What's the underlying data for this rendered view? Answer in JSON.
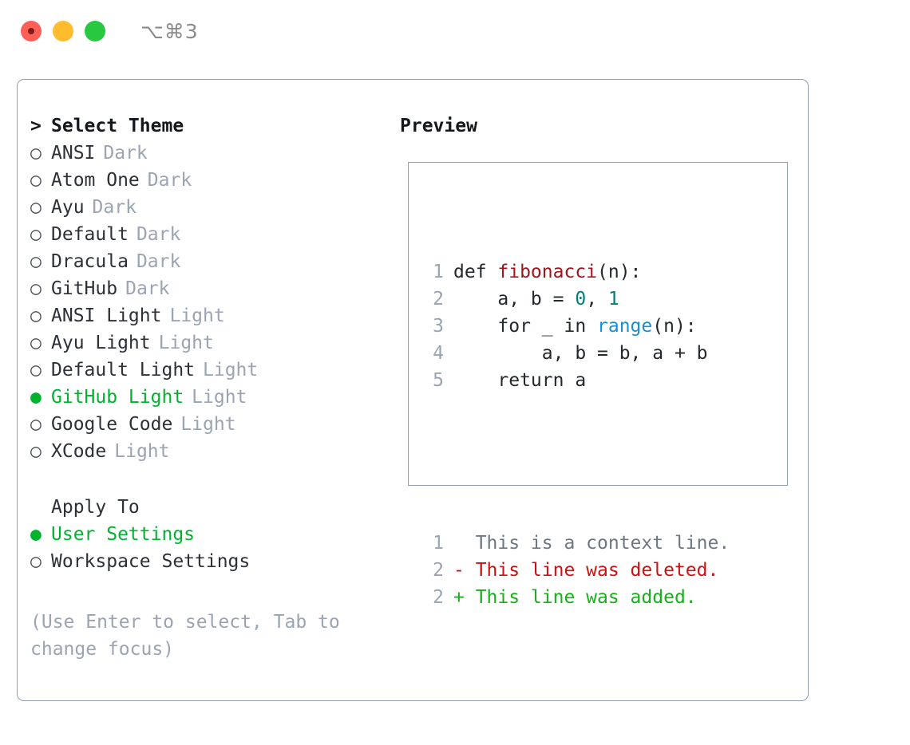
{
  "titlebar": {
    "shortcut": "⌥⌘3",
    "lights": [
      "close",
      "minimize",
      "zoom"
    ]
  },
  "left": {
    "header": {
      "prefix": ">",
      "label": "Select Theme"
    },
    "themes": [
      {
        "marker": "○",
        "name": "ANSI",
        "variant": "Dark",
        "selected": false
      },
      {
        "marker": "○",
        "name": "Atom One",
        "variant": "Dark",
        "selected": false
      },
      {
        "marker": "○",
        "name": "Ayu",
        "variant": "Dark",
        "selected": false
      },
      {
        "marker": "○",
        "name": "Default",
        "variant": "Dark",
        "selected": false
      },
      {
        "marker": "○",
        "name": "Dracula",
        "variant": "Dark",
        "selected": false
      },
      {
        "marker": "○",
        "name": "GitHub",
        "variant": "Dark",
        "selected": false
      },
      {
        "marker": "○",
        "name": "ANSI Light",
        "variant": "Light",
        "selected": false
      },
      {
        "marker": "○",
        "name": "Ayu Light",
        "variant": "Light",
        "selected": false
      },
      {
        "marker": "○",
        "name": "Default Light",
        "variant": "Light",
        "selected": false
      },
      {
        "marker": "●",
        "name": "GitHub Light",
        "variant": "Light",
        "selected": true
      },
      {
        "marker": "○",
        "name": "Google Code",
        "variant": "Light",
        "selected": false
      },
      {
        "marker": "○",
        "name": "XCode",
        "variant": "Light",
        "selected": false
      }
    ],
    "apply_to": {
      "header": "Apply To",
      "options": [
        {
          "marker": "●",
          "label": "User Settings",
          "selected": true
        },
        {
          "marker": "○",
          "label": "Workspace Settings",
          "selected": false
        }
      ]
    },
    "hint": "(Use Enter to select, Tab to change focus)"
  },
  "right": {
    "title": "Preview",
    "code_lines": [
      {
        "num": "1",
        "tokens": [
          {
            "t": "def ",
            "c": "plain"
          },
          {
            "t": "fibonacci",
            "c": "func"
          },
          {
            "t": "(n):",
            "c": "plain"
          }
        ]
      },
      {
        "num": "2",
        "tokens": [
          {
            "t": "    a, b = ",
            "c": "plain"
          },
          {
            "t": "0",
            "c": "num"
          },
          {
            "t": ", ",
            "c": "plain"
          },
          {
            "t": "1",
            "c": "num"
          }
        ]
      },
      {
        "num": "3",
        "tokens": [
          {
            "t": "    for _ in ",
            "c": "plain"
          },
          {
            "t": "range",
            "c": "builtin"
          },
          {
            "t": "(n):",
            "c": "plain"
          }
        ]
      },
      {
        "num": "4",
        "tokens": [
          {
            "t": "        a, b = b, a + b",
            "c": "plain"
          }
        ]
      },
      {
        "num": "5",
        "tokens": [
          {
            "t": "    return a",
            "c": "plain"
          }
        ]
      }
    ],
    "diff_lines": [
      {
        "num": "1",
        "tokens": [
          {
            "t": "  This is a context line.",
            "c": "ctx"
          }
        ]
      },
      {
        "num": "2",
        "tokens": [
          {
            "t": "- This line was deleted.",
            "c": "del"
          }
        ]
      },
      {
        "num": "2",
        "tokens": [
          {
            "t": "+ This line was added.",
            "c": "add"
          }
        ]
      }
    ]
  },
  "colors": {
    "selected_green": "#00b32e",
    "muted_gray": "#9aa4b2",
    "border": "#94a0b0",
    "func_red": "#a3141e",
    "number_teal": "#067c76",
    "builtin_blue": "#1a8fd0",
    "diff_del": "#cc1111",
    "diff_add": "#17b01a"
  }
}
